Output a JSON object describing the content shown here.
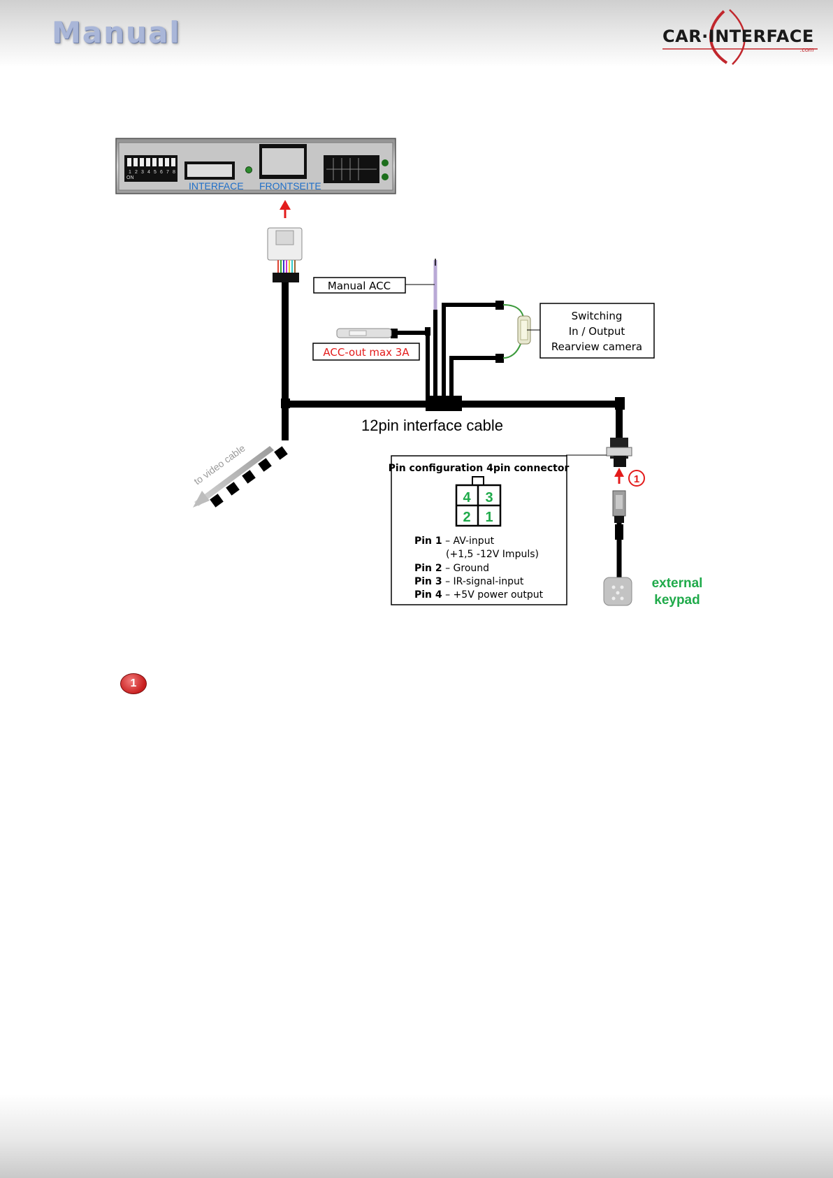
{
  "header": {
    "title": "Manual",
    "logo_text": "CAR·INTERFACE",
    "logo_suffix": ".com"
  },
  "interface_box": {
    "dip_label": "ON",
    "dip_numbers": [
      "1",
      "2",
      "3",
      "4",
      "5",
      "6",
      "7",
      "8"
    ],
    "caption_left": "INTERFACE",
    "caption_right": "FRONTSEITE"
  },
  "labels": {
    "manual_acc": "Manual ACC",
    "acc_out": "ACC-out max 3A",
    "switching_1": "Switching",
    "switching_2": "In / Output",
    "switching_3": "Rearview camera",
    "cable_12pin": "12pin interface cable",
    "to_video": "to video cable",
    "external_1": "external",
    "external_2": "keypad",
    "marker": "1"
  },
  "pin_config": {
    "title": "Pin configuration 4pin connector",
    "grid": [
      "4",
      "3",
      "2",
      "1"
    ],
    "pins": [
      {
        "name": "Pin 1",
        "desc": " – AV-input"
      },
      {
        "name": "",
        "desc": "(+1,5 -12V Impuls)"
      },
      {
        "name": "Pin 2",
        "desc": " – Ground"
      },
      {
        "name": "Pin 3",
        "desc": " – IR-signal-input"
      },
      {
        "name": "Pin 4",
        "desc": " – +5V power output"
      }
    ]
  },
  "footnote": {
    "badge": "1"
  },
  "colors": {
    "cable": "#000000",
    "arrow": "#e31b1b",
    "accent_blue": "#1f6fc8",
    "accent_green": "#1faa4a",
    "accent_red": "#e31b1b",
    "wire_green": "#3c9a3c",
    "wire_lilac": "#b9a9d6"
  }
}
